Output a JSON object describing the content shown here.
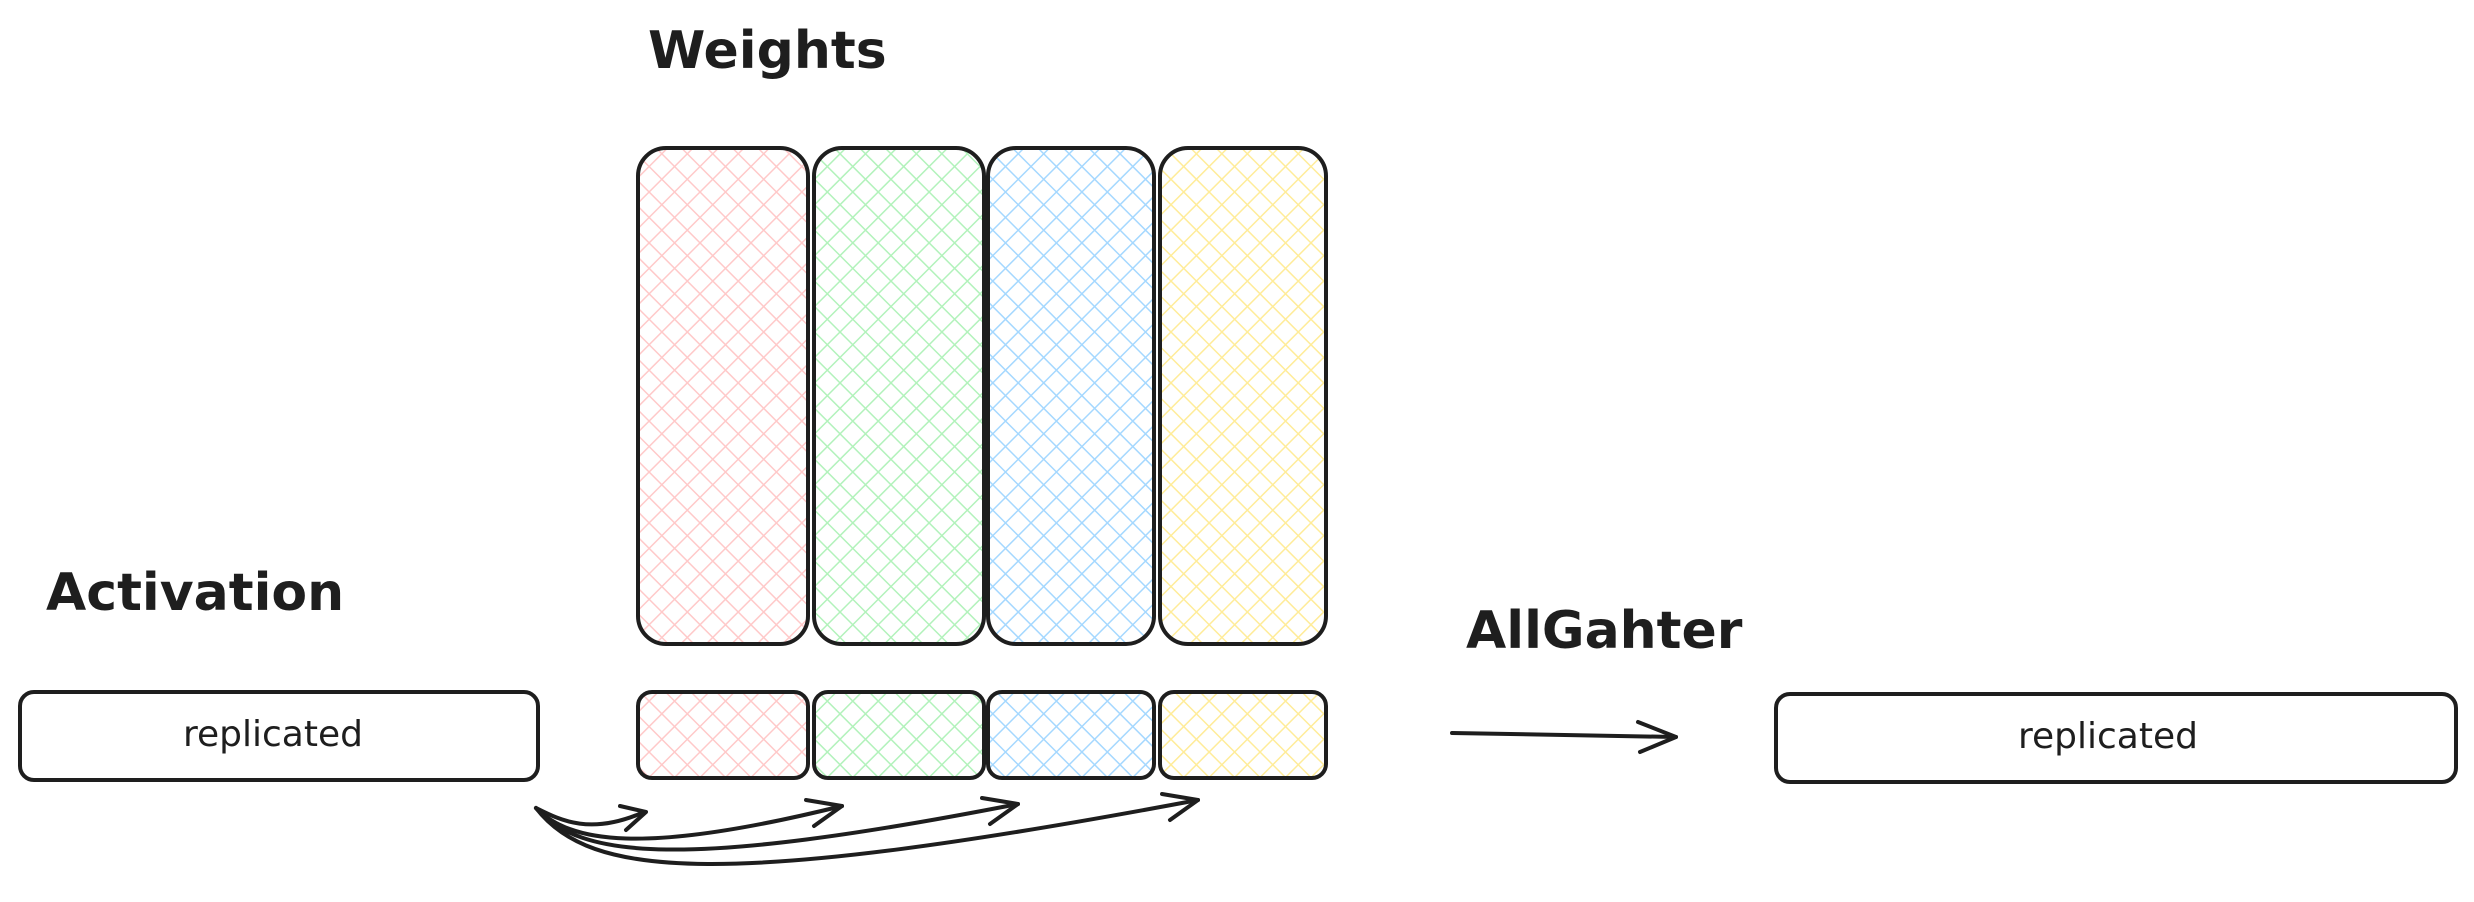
{
  "labels": {
    "weights": "Weights",
    "activation": "Activation",
    "allgather": "AllGahter"
  },
  "activation_box": {
    "text": "replicated"
  },
  "result_box": {
    "text": "replicated"
  },
  "shard_colors": [
    "#ffc9c9",
    "#b2f2bb",
    "#a5d8ff",
    "#ffec99"
  ],
  "stroke_color": "#1e1e1e"
}
